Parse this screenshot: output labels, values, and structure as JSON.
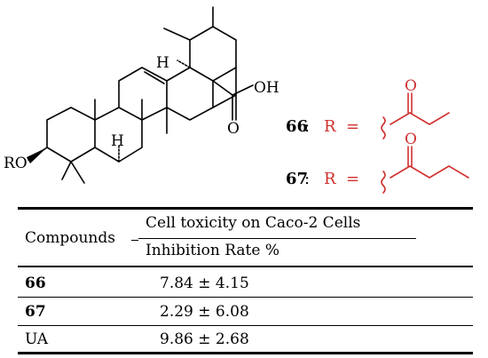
{
  "structure": {
    "atom_labels": {
      "oh": "OH",
      "o_carbonyl": "O",
      "ro": "RO",
      "h_top": "H",
      "h_mid": "H"
    },
    "substituents": [
      {
        "compound": "66",
        "colon": ":",
        "r_equals": "R  =",
        "o_label": "O"
      },
      {
        "compound": "67",
        "colon": ":",
        "r_equals": "R  =",
        "o_label": "O"
      }
    ]
  },
  "table": {
    "col1_header": "Compounds",
    "col2_group_header": "Cell toxicity on Caco-2 Cells",
    "col2_sub_header": "Inhibition Rate %",
    "rows": [
      {
        "compound": "66",
        "value": "7.84 ± 4.15",
        "bold": true
      },
      {
        "compound": "67",
        "value": "2.29 ± 6.08",
        "bold": true
      },
      {
        "compound": "UA",
        "value": "9.86 ± 2.68",
        "bold": false
      }
    ]
  },
  "colors": {
    "substituent_red": "#d03030",
    "ink": "#000000"
  }
}
